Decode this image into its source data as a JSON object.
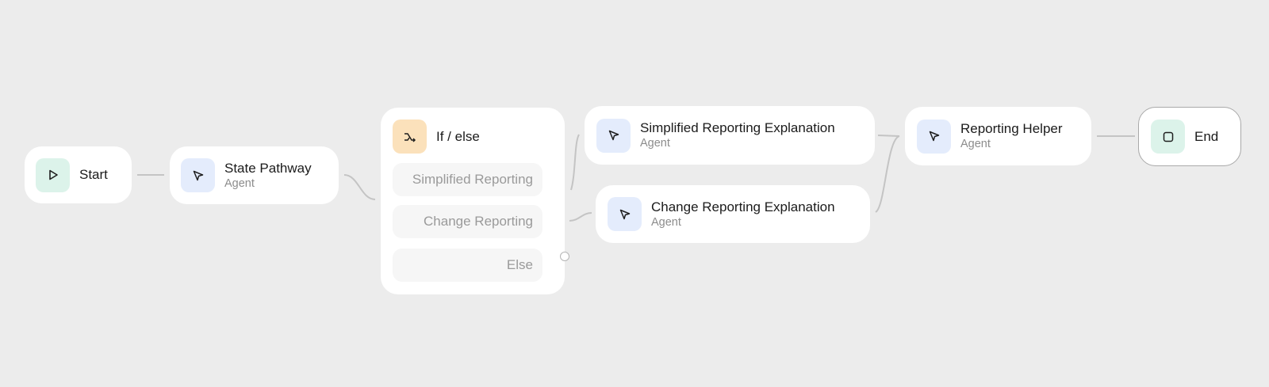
{
  "nodes": {
    "start": {
      "title": "Start",
      "icon": "play-icon"
    },
    "state_pathway": {
      "title": "State Pathway",
      "subtitle": "Agent",
      "icon": "cursor-icon"
    },
    "if_else": {
      "title": "If / else",
      "icon": "branch-icon",
      "branches": [
        "Simplified Reporting",
        "Change Reporting",
        "Else"
      ]
    },
    "simplified_explanation": {
      "title": "Simplified Reporting Explanation",
      "subtitle": "Agent",
      "icon": "cursor-icon"
    },
    "change_explanation": {
      "title": "Change Reporting Explanation",
      "subtitle": "Agent",
      "icon": "cursor-icon"
    },
    "reporting_helper": {
      "title": "Reporting Helper",
      "subtitle": "Agent",
      "icon": "cursor-icon"
    },
    "end": {
      "title": "End",
      "icon": "stop-icon"
    }
  },
  "colors": {
    "canvas": "#ececec",
    "node": "#ffffff",
    "edge": "#c4c4c4",
    "start_end_icon_bg": "#dcf3ea",
    "agent_icon_bg": "#e4ecfc",
    "ifelse_icon_bg": "#fbe1bb"
  },
  "edges": [
    [
      "start",
      "state_pathway"
    ],
    [
      "state_pathway",
      "if_else"
    ],
    [
      "if_else.branches.0",
      "simplified_explanation"
    ],
    [
      "if_else.branches.1",
      "change_explanation"
    ],
    [
      "simplified_explanation",
      "reporting_helper"
    ],
    [
      "change_explanation",
      "reporting_helper"
    ],
    [
      "reporting_helper",
      "end"
    ]
  ]
}
